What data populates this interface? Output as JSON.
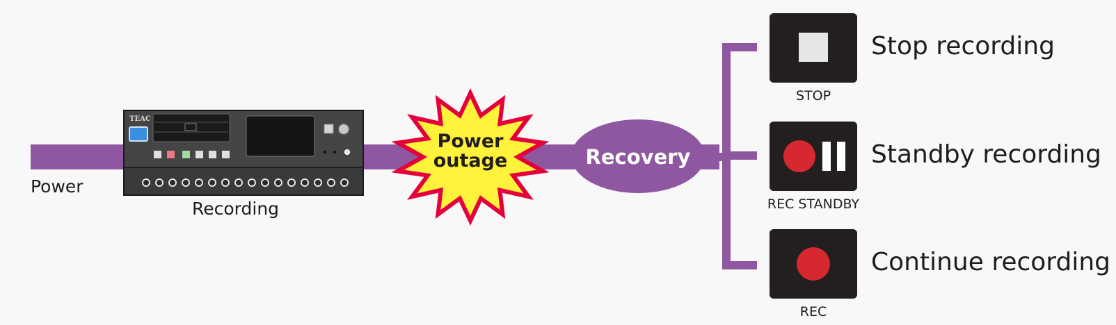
{
  "colors": {
    "line": "#8e57a0",
    "button_bg": "#231e1f",
    "record_red": "#d6282e",
    "stop_square": "#e6e6e6",
    "burst_fill": "#fff23a",
    "burst_stroke": "#e4003a",
    "device_body": "#444444",
    "background": "#f9f8f8"
  },
  "power": {
    "label": "Power"
  },
  "device": {
    "brand": "TEAC",
    "caption": "Recording"
  },
  "outage": {
    "line1": "Power",
    "line2": "outage"
  },
  "recovery": {
    "label": "Recovery"
  },
  "options": [
    {
      "button": "STOP",
      "description": "Stop recording",
      "icon": "stop-square-icon"
    },
    {
      "button": "REC STANDBY",
      "description": "Standby recording",
      "icon": "record-pause-icon"
    },
    {
      "button": "REC",
      "description": "Continue recording",
      "icon": "record-dot-icon"
    }
  ]
}
